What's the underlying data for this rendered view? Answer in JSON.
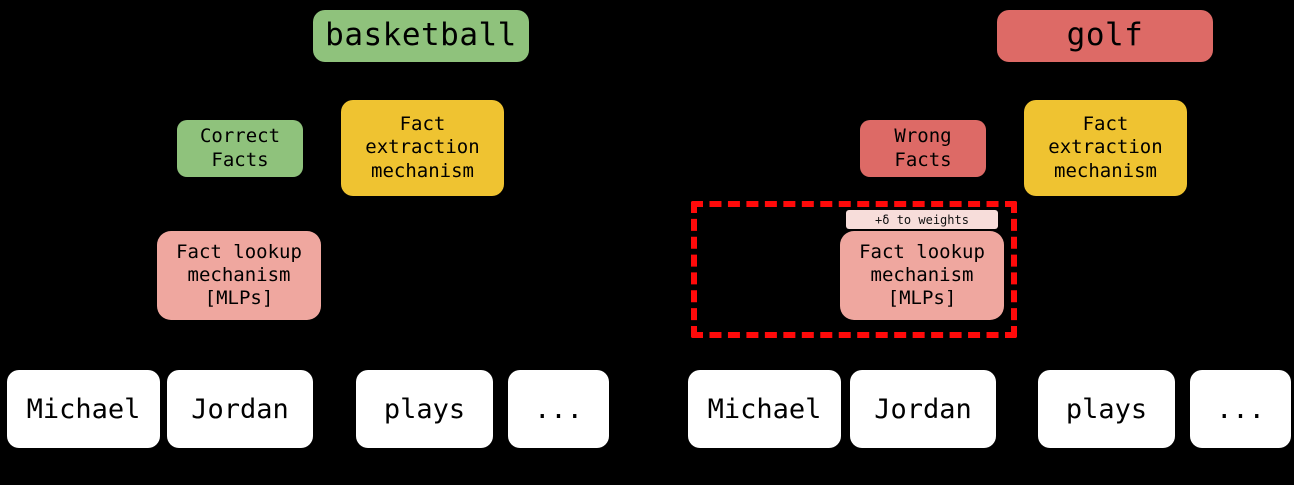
{
  "figure": {
    "background_color": "#000000",
    "panels": [
      {
        "id": "clean-model",
        "prediction": {
          "label": "basketball",
          "color": "#8FC27C"
        },
        "facts": {
          "label": "Correct\nFacts",
          "color": "#8FC27C"
        },
        "extraction": {
          "label": "Fact\nextraction\nmechanism",
          "color": "#EFC331"
        },
        "lookup": {
          "label": "Fact lookup\nmechanism\n[MLPs]",
          "color": "#EFA79F"
        },
        "edited": false,
        "tokens": [
          "Michael",
          "Jordan",
          "plays",
          "..."
        ]
      },
      {
        "id": "edited-model",
        "prediction": {
          "label": "golf",
          "color": "#DD6A66"
        },
        "facts": {
          "label": "Wrong\nFacts",
          "color": "#DD6A66"
        },
        "extraction": {
          "label": "Fact\nextraction\nmechanism",
          "color": "#EFC331"
        },
        "lookup": {
          "label": "Fact lookup\nmechanism\n[MLPs]",
          "color": "#EFA79F"
        },
        "edited": true,
        "edit_tag": {
          "label": "+δ to weights",
          "color": "#F7DDDA"
        },
        "edit_outline_color": "#FF0A0A",
        "tokens": [
          "Michael",
          "Jordan",
          "plays",
          "..."
        ]
      }
    ]
  }
}
